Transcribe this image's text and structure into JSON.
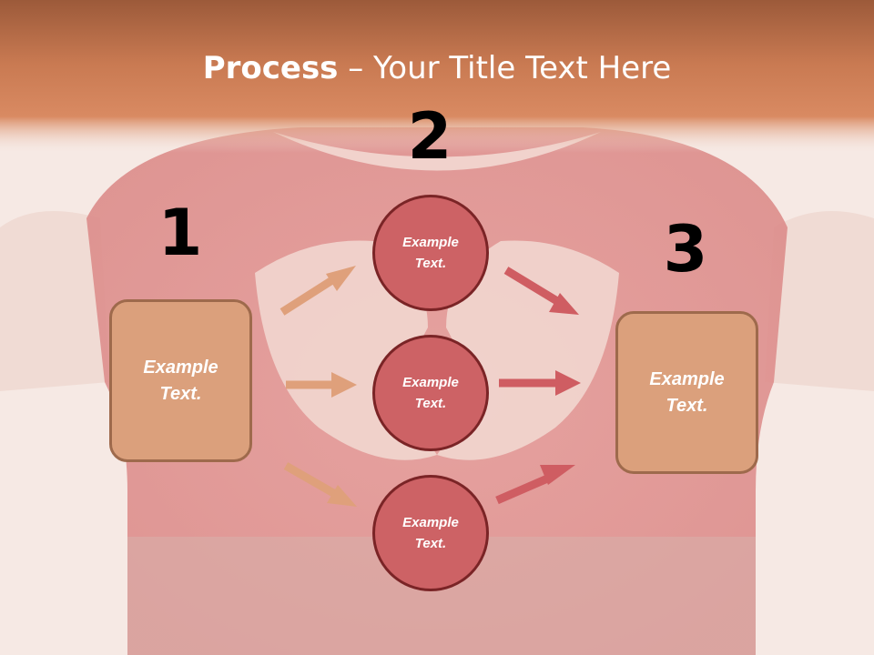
{
  "title": {
    "bold": "Process",
    "rest": " – Your Title Text Here"
  },
  "steps": [
    {
      "number": "1",
      "label": "Example Text."
    },
    {
      "number": "2",
      "label": "Example Text."
    },
    {
      "number": "3",
      "label": "Example Text."
    }
  ],
  "middle_items": [
    {
      "label": "Example Text."
    },
    {
      "label": "Example Text."
    },
    {
      "label": "Example Text."
    }
  ],
  "colors": {
    "header": "#c97a52",
    "box_fill": "#dba07c",
    "box_border": "#9e6a4c",
    "circle_fill": "#cd6265",
    "circle_border": "#7a2426",
    "arrow_left": "#dfa07b",
    "arrow_right": "#cf5d62"
  }
}
